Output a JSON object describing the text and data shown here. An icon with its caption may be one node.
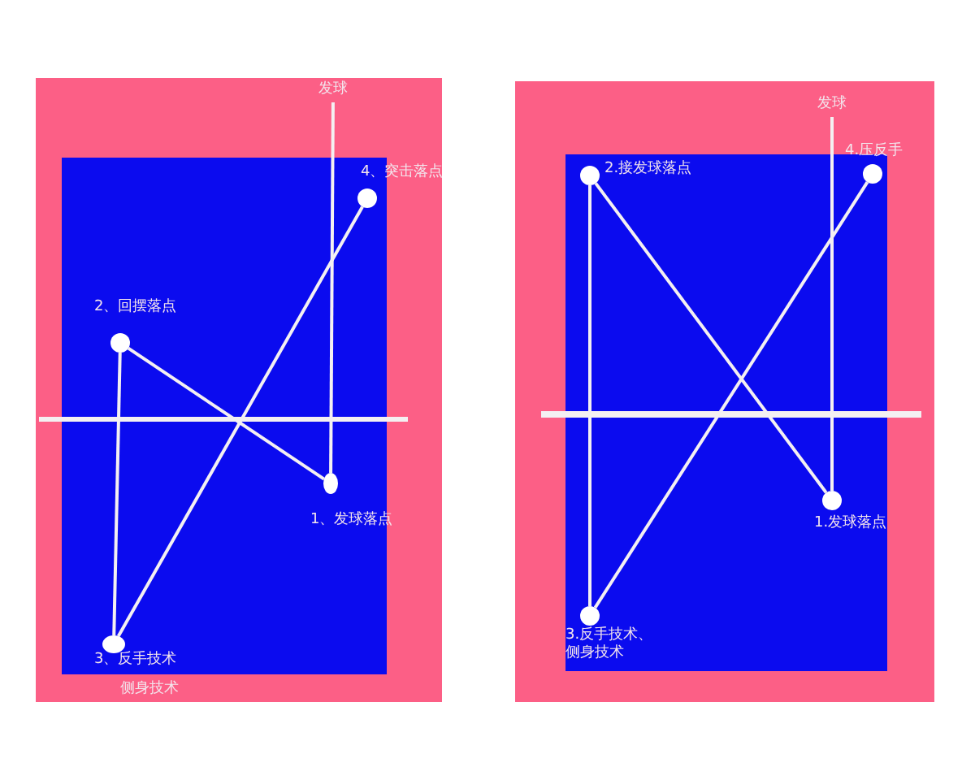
{
  "diagram": {
    "nodes": [
      {
        "text": [],
        "shape": "box"
      },
      {
        "text": [],
        "shape": "box",
        "in": 0
      },
      {
        "text": [
          "发球"
        ],
        "in": 0
      },
      {
        "text": [],
        "shape": "circle",
        "in": 1,
        "beside": [
          "4、突击落点"
        ]
      },
      {
        "text": [],
        "shape": "circle",
        "in": 1,
        "beside": [
          "2、回摆落点"
        ]
      },
      {
        "text": [],
        "shape": "circle",
        "in": 1,
        "beside": [
          "1、发球落点"
        ]
      },
      {
        "text": [],
        "shape": "circle",
        "in": 1,
        "beside": [
          "3、反手技术",
          "侧身技术"
        ]
      },
      {
        "text": [],
        "shape": "box"
      },
      {
        "text": [],
        "shape": "box",
        "in": 7
      },
      {
        "text": [
          "发球"
        ],
        "in": 7
      },
      {
        "text": [],
        "shape": "circle",
        "in": 8,
        "beside": [
          "2.接发球落点"
        ]
      },
      {
        "text": [],
        "shape": "circle",
        "in": 8,
        "beside": [
          "4.压反手"
        ]
      },
      {
        "text": [],
        "shape": "circle",
        "in": 8,
        "beside": [
          "1.发球落点"
        ]
      },
      {
        "text": [],
        "shape": "circle",
        "in": 8,
        "beside": [
          "3.反手技术、侧身技术"
        ]
      }
    ],
    "edges": [
      {
        "from": 2,
        "to": 5,
        "arrow": "none"
      },
      {
        "from": 5,
        "to": 4,
        "arrow": "none"
      },
      {
        "from": 4,
        "to": 6,
        "arrow": "none"
      },
      {
        "from": 6,
        "to": 3,
        "arrow": "none"
      },
      {
        "from": 9,
        "to": 12,
        "arrow": "none"
      },
      {
        "from": 12,
        "to": 10,
        "arrow": "none"
      },
      {
        "from": 10,
        "to": 13,
        "arrow": "none"
      },
      {
        "from": 13,
        "to": 11,
        "arrow": "none"
      }
    ]
  }
}
